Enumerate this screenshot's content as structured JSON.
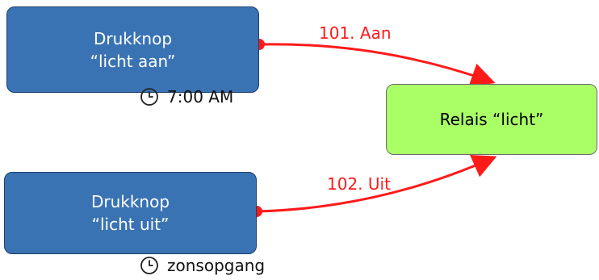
{
  "nodes": {
    "button_on": {
      "line1": "Drukknop",
      "line2": "“licht aan”"
    },
    "button_off": {
      "line1": "Drukknop",
      "line2": "“licht uit”"
    },
    "relay": {
      "label": "Relais “licht”"
    }
  },
  "edges": {
    "on": {
      "label": "101. Aan"
    },
    "off": {
      "label": "102. Uit"
    }
  },
  "schedules": {
    "on": {
      "icon": "clock-icon",
      "time": "7:00 AM"
    },
    "off": {
      "icon": "clock-icon",
      "time": "zonsopgang"
    }
  },
  "colors": {
    "button_fill": "#3a73b4",
    "button_border": "#1f3f66",
    "relay_fill": "#aaff66",
    "relay_border": "#6c6c6c",
    "edge": "#ff1a1a"
  }
}
